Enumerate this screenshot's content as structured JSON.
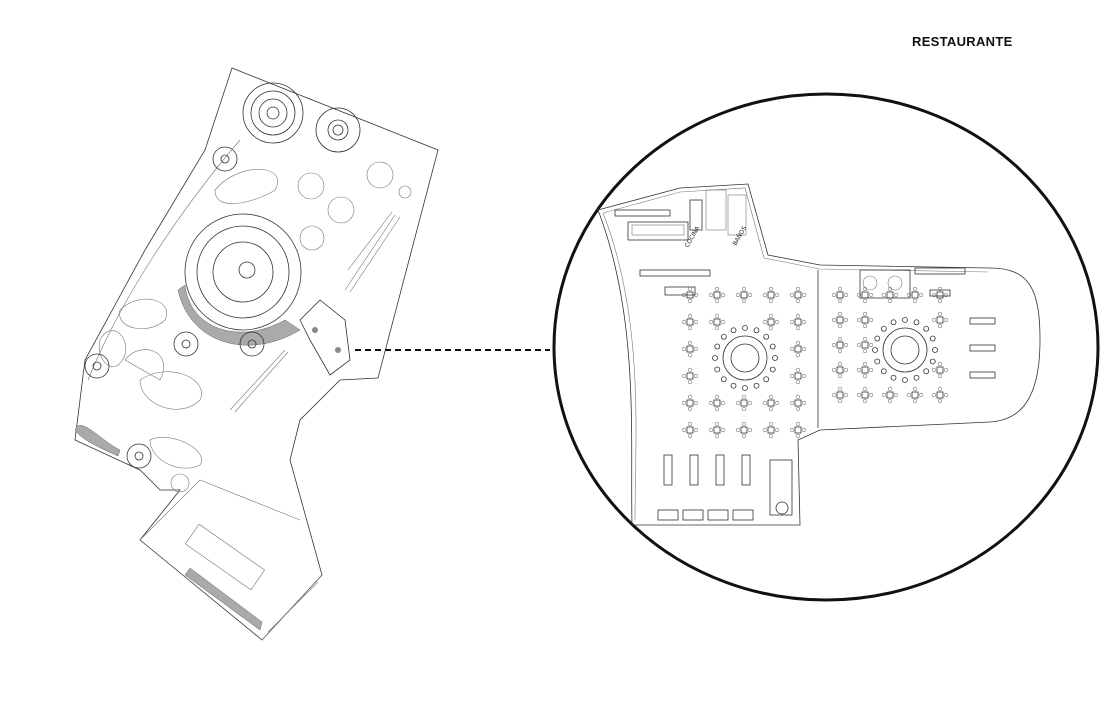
{
  "title": "RESTAURANTE",
  "plan_labels": {
    "kitchen": "COCINA",
    "restrooms": "BAÑOS"
  },
  "colors": {
    "line": "#333333",
    "fill_gray": "#aaaaaa",
    "background": "#ffffff"
  }
}
